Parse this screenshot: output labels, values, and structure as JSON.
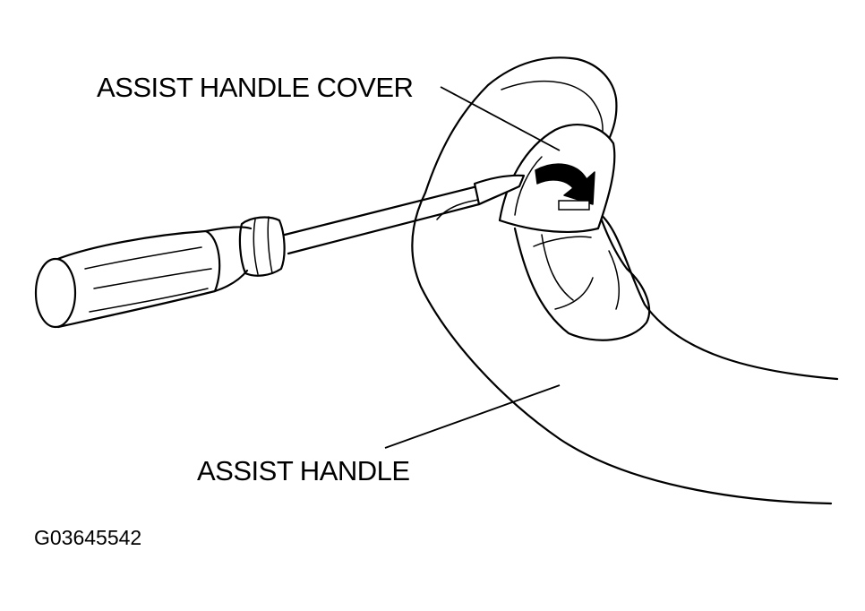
{
  "labels": {
    "cover": "ASSIST HANDLE COVER",
    "handle": "ASSIST HANDLE",
    "figure_id": "G03645542"
  },
  "colors": {
    "ink": "#000000",
    "paper": "#ffffff"
  }
}
